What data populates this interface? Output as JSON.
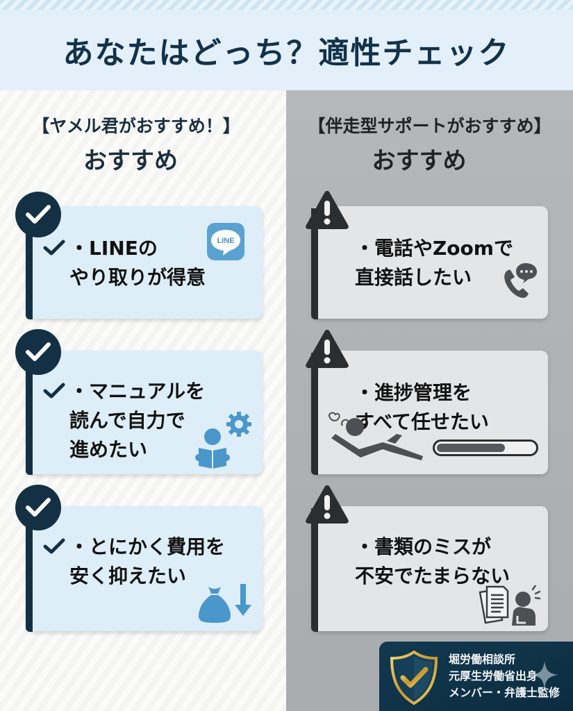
{
  "header": {
    "title": "あなたはどっち？適性チェック"
  },
  "left_column": {
    "subtitle": "【ヤメル君がおすすめ！】",
    "title": "おすすめ",
    "badge_icon": "check-circle-icon",
    "items": [
      {
        "text": "・LINEの\nやり取りが得意",
        "icon": "line-app-icon",
        "icon_label": "LINE"
      },
      {
        "text": "・マニュアルを\n読んで自力で\n進めたい",
        "icon": "reader-gear-icon"
      },
      {
        "text": "・とにかく費用を\n安く抑えたい",
        "icon": "money-bag-down-icon"
      }
    ]
  },
  "right_column": {
    "subtitle": "【伴走型サポートがおすすめ】",
    "title": "おすすめ",
    "badge_icon": "warning-triangle-icon",
    "items": [
      {
        "text": "・電話やZoomで\n直接話したい",
        "icon": "phone-chat-icon"
      },
      {
        "text": "・進捗管理を\nすべて任せたい",
        "icon": "relaxing-person-progress-icon",
        "progress_percent": 70
      },
      {
        "text": "・書類のミスが\n不安でたまらない",
        "icon": "documents-worried-person-icon"
      }
    ]
  },
  "footer_badge": {
    "icon": "gold-shield-check-icon",
    "lines": [
      "堀労働相談所",
      "元厚生労働省出身",
      "メンバー・弁護士監修"
    ]
  },
  "colors": {
    "navy": "#133045",
    "left_card": "#ddeef8",
    "right_card": "#e4e5e6",
    "right_bg": "#aeb1b4",
    "icon_blue": "#4a97cc",
    "gold": "#d9b44a"
  }
}
